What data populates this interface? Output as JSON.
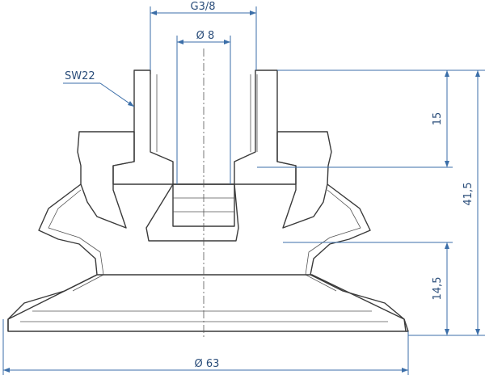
{
  "drawing": {
    "dimensions": {
      "thread": "G3/8",
      "bore": "Ø 8",
      "wrench": "SW22",
      "thread_depth": "15",
      "total_height": "41,5",
      "lip_height": "14,5",
      "diameter": "Ø 63"
    },
    "colors": {
      "dimension": "#3b6ea8",
      "outline": "#3a3a3a"
    }
  }
}
